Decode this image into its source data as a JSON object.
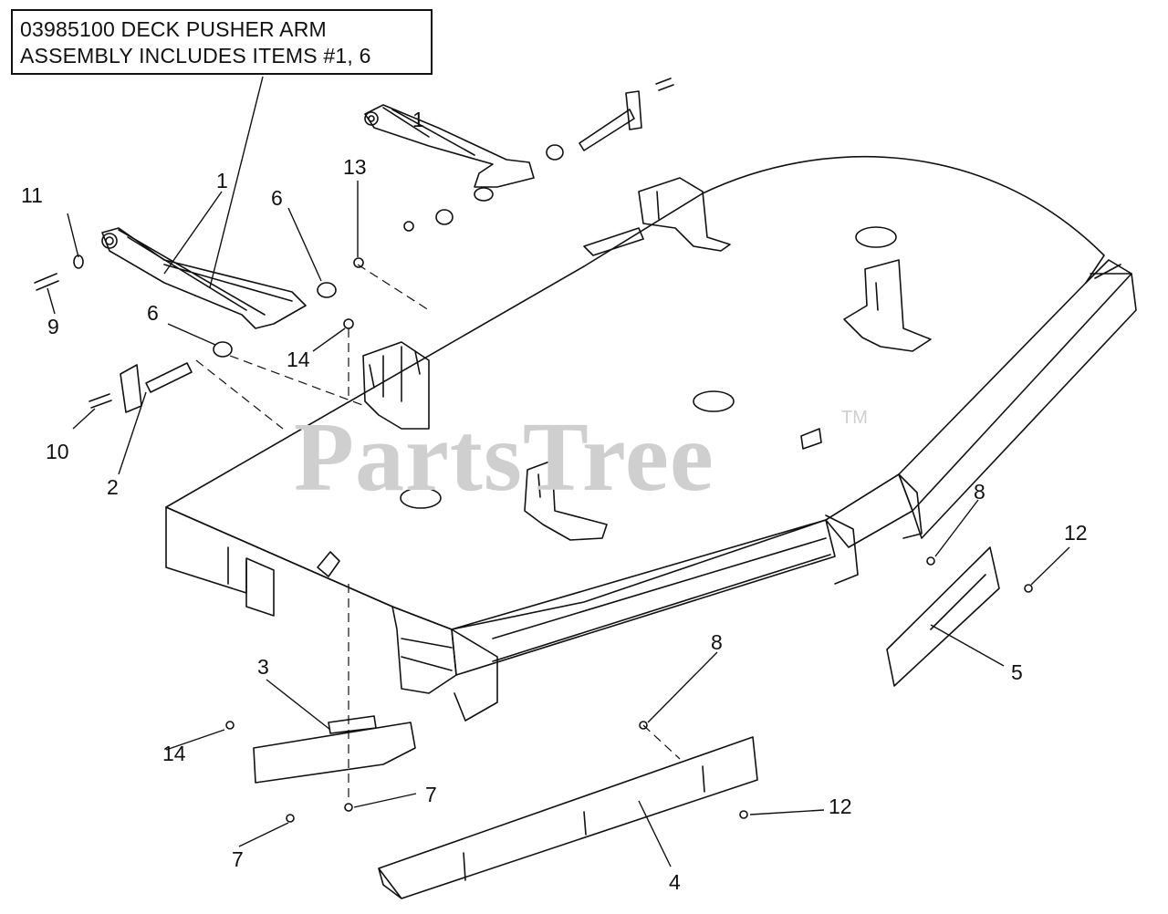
{
  "callout": {
    "line1": "03985100 DECK PUSHER ARM",
    "line2": "ASSEMBLY INCLUDES ITEMS #1, 6"
  },
  "watermark": {
    "text": "PartsTree",
    "trademark": "TM"
  },
  "labels": {
    "l11": "11",
    "l9": "9",
    "l1_top": "1",
    "l1_arm": "1",
    "l13": "13",
    "l6_a": "6",
    "l6_b": "6",
    "l14_a": "14",
    "l10": "10",
    "l2": "2",
    "l3": "3",
    "l14_b": "14",
    "l7_a": "7",
    "l7_b": "7",
    "l8_a": "8",
    "l8_b": "8",
    "l12_a": "12",
    "l12_b": "12",
    "l5": "5",
    "l4": "4"
  }
}
